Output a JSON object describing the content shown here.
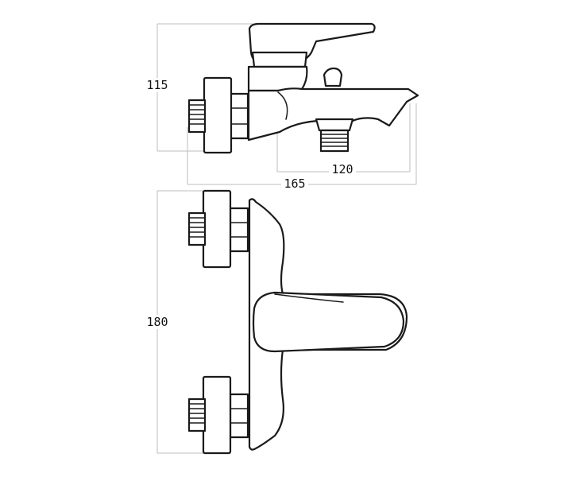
{
  "dimensions": {
    "height_side": "115",
    "spout_reach": "120",
    "total_depth": "165",
    "height_front": "180"
  }
}
